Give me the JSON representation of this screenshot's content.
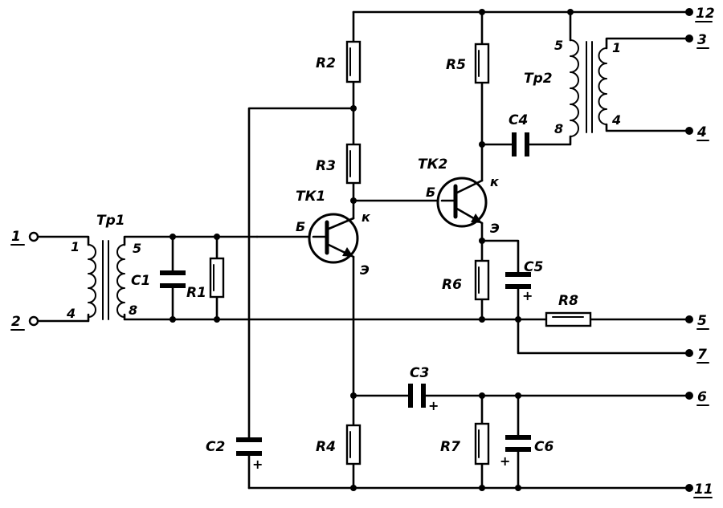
{
  "terminals": {
    "t1": "1",
    "t2": "2",
    "t3": "3",
    "t4": "4",
    "t5": "5",
    "t6": "6",
    "t7": "7",
    "t11": "11",
    "t12": "12"
  },
  "components": {
    "tr1": "Тр1",
    "tr2": "Тр2",
    "tk1": "ТК1",
    "tk2": "ТК2",
    "r1": "R1",
    "r2": "R2",
    "r3": "R3",
    "r4": "R4",
    "r5": "R5",
    "r6": "R6",
    "r7": "R7",
    "r8": "R8",
    "c1": "C1",
    "c2": "C2",
    "c3": "C3",
    "c4": "C4",
    "c5": "C5",
    "c6": "C6"
  },
  "pins": {
    "tr1_p1": "1",
    "tr1_p4": "4",
    "tr1_s5": "5",
    "tr1_s8": "8",
    "tr2_p5": "5",
    "tr2_p8": "8",
    "tr2_s1": "1",
    "tr2_s4": "4",
    "tk1_b": "Б",
    "tk1_k": "к",
    "tk1_e": "Э",
    "tk2_b": "Б",
    "tk2_k": "к",
    "tk2_e": "Э"
  },
  "polarity": {
    "c2": "+",
    "c3": "+",
    "c5": "+",
    "c6": "+"
  }
}
